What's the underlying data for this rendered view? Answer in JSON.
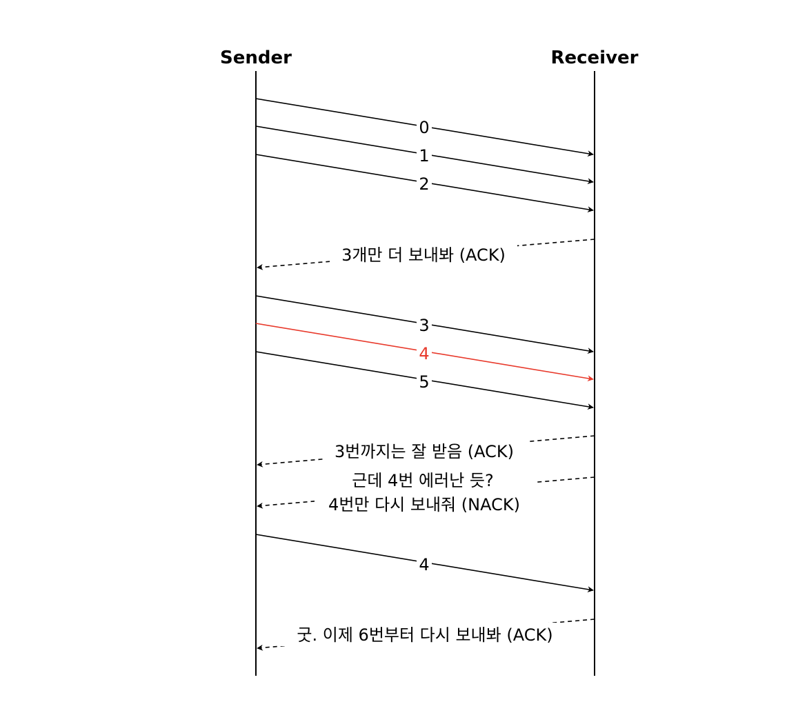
{
  "actors": {
    "sender": "Sender",
    "receiver": "Receiver"
  },
  "colors": {
    "line": "#000000",
    "error": "#e8392b",
    "background": "#ffffff"
  },
  "messages": [
    {
      "from": "sender",
      "label": "0",
      "style": "solid"
    },
    {
      "from": "sender",
      "label": "1",
      "style": "solid"
    },
    {
      "from": "sender",
      "label": "2",
      "style": "solid"
    },
    {
      "from": "receiver",
      "label": "3개만 더 보내봐 (ACK)",
      "style": "dashed"
    },
    {
      "from": "sender",
      "label": "3",
      "style": "solid"
    },
    {
      "from": "sender",
      "label": "4",
      "style": "solid",
      "error": true
    },
    {
      "from": "sender",
      "label": "5",
      "style": "solid"
    },
    {
      "from": "receiver",
      "label": "3번까지는 잘 받음 (ACK)",
      "style": "dashed"
    },
    {
      "from": "receiver",
      "label": "근데 4번 에러난 듯?",
      "label2": "4번만 다시 보내줘 (NACK)",
      "style": "dashed"
    },
    {
      "from": "sender",
      "label": "4",
      "style": "solid"
    },
    {
      "from": "receiver",
      "label": "굿. 이제 6번부터 다시 보내봐 (ACK)",
      "style": "dashed"
    }
  ]
}
